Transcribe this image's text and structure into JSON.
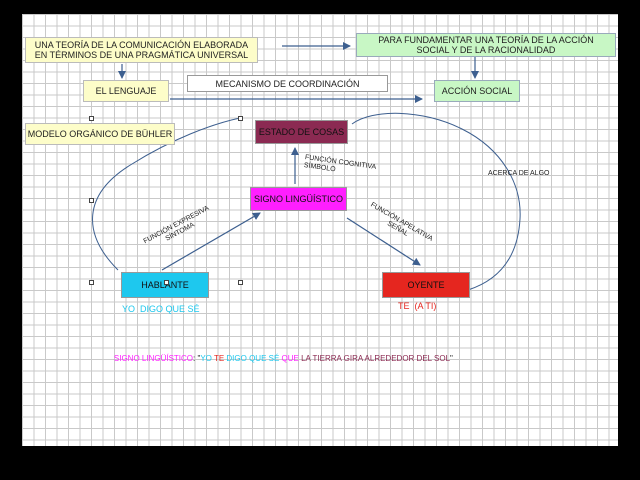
{
  "boxes": {
    "teoria_comunicacion": "UNA TEORÍA DE LA COMUNICACIÓN ELABORADA EN TÉRMINOS DE UNA PRAGMÁTICA UNIVERSAL",
    "fundamentar": "PARA FUNDAMENTAR UNA TEORÍA DE LA ACCIÓN SOCIAL Y DE LA RACIONALIDAD",
    "lenguaje": "EL LENGUAJE",
    "mecanismo": "MECANISMO DE COORDINACIÓN",
    "accion_social": "ACCIÓN SOCIAL",
    "modelo_buhler": "MODELO ORGÁNICO DE BÜHLER",
    "estado_cosas": "ESTADO DE COSAS",
    "signo": "SIGNO LINGÜÍSTICO",
    "hablante": "HABLANTE",
    "oyente": "OYENTE"
  },
  "labels": {
    "funcion_cognitiva": "FUNCIÓN COGNITIVA\nSÍMBOLO",
    "funcion_expresiva": "FUNCIÓN EXPRESIVA\nSÍNTOMA",
    "funcion_apelativa": "FUNCIÓN APELATIVA\nSEÑAL",
    "acerca_de_algo": "ACERCA DE ALGO",
    "yo_digo": "YO  DIGO QUE SÉ",
    "te_a_ti": "TE  (A TI)"
  },
  "sentence": {
    "p1": "SIGNO LINGÜÍSTICO",
    "p2": ": \"",
    "p3": "YO",
    "p4": " TE ",
    "p5": "DIGO QUE SÉ",
    "p6": " QUE ",
    "p7": "LA TIERRA GIRA ALREDEDOR DEL SOL",
    "p8": "\""
  },
  "colors": {
    "estado_cosas": "#8b2a52",
    "signo": "#ff1fff",
    "hablante": "#1ec8ee",
    "oyente": "#e5261f",
    "arrow": "#3d5f8f"
  }
}
